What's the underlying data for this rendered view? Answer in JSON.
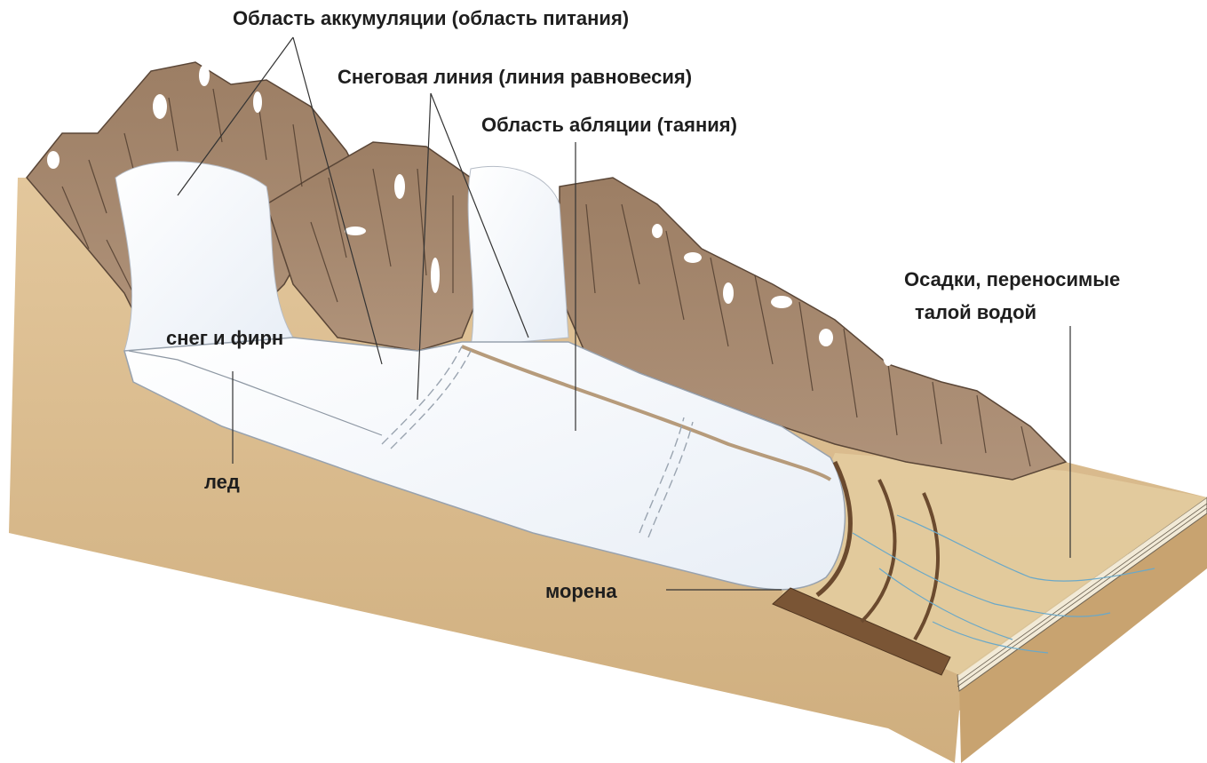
{
  "labels": {
    "accumulation": "Область аккумуляции (область питания)",
    "snowline": "Снеговая линия (линия равновесия)",
    "ablation": "Область абляции (таяния)",
    "sediments_line1": "Осадки, переносимые",
    "sediments_line2": "талой водой",
    "snow_firn": "снег и фирн",
    "ice": "лед",
    "moraine": "морена"
  },
  "colors": {
    "ground_top": "#d9bb8f",
    "ground_side": "#c9a474",
    "mountain": "#a88a6f",
    "mountain_dark": "#8f735c",
    "glacier": "#f4f7fb",
    "glacier_edge": "#9aa4b0",
    "moraine": "#7a5535",
    "stream": "#6aa8c8",
    "leader": "#333333"
  }
}
